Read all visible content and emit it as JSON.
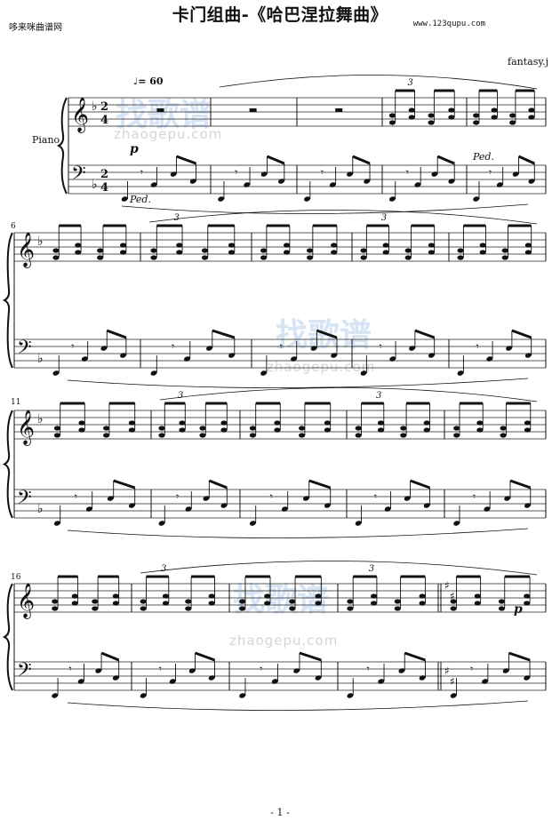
{
  "header": {
    "title": "卡门组曲-《哈巴涅拉舞曲》",
    "site_left": "哆来咪曲谱网",
    "site_right": "www.123qupu.com"
  },
  "score": {
    "composer_credit": "fantasy.j",
    "instrument": "Piano",
    "tempo_marking": "♩= 60",
    "time_signature": "2/4",
    "dynamic_start": "p",
    "dynamic_end": "p",
    "pedal_mark": "Ped.",
    "triplet_label": "3",
    "measure_numbers": [
      "6",
      "11",
      "16"
    ]
  },
  "watermark": {
    "brand": "找歌谱",
    "domain": "zhaogepu.com"
  },
  "footer": {
    "page_label": "- 1 -"
  }
}
